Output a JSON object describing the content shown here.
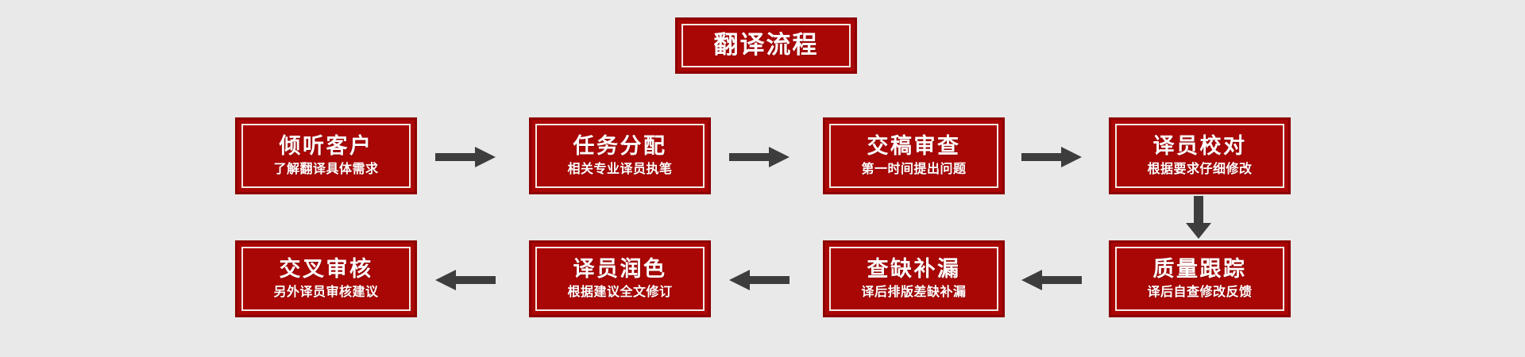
{
  "diagram": {
    "title": "翻译流程",
    "background_color": "#e9e9e9",
    "plaque_fill_color": "#a90606",
    "plaque_border_color": "#8e0000",
    "plaque_inner_rule_color": "#f3eae2",
    "text_color": "#ffffff",
    "arrow_color": "#3d3d3d",
    "steps": [
      {
        "index": 1,
        "head": "倾听客户",
        "sub": "了解翻译具体需求"
      },
      {
        "index": 2,
        "head": "任务分配",
        "sub": "相关专业译员执笔"
      },
      {
        "index": 3,
        "head": "交稿审查",
        "sub": "第一时间提出问题"
      },
      {
        "index": 4,
        "head": "译员校对",
        "sub": "根据要求仔细修改"
      },
      {
        "index": 5,
        "head": "质量跟踪",
        "sub": "译后自查修改反馈"
      },
      {
        "index": 6,
        "head": "查缺补漏",
        "sub": "译后排版差缺补漏"
      },
      {
        "index": 7,
        "head": "译员润色",
        "sub": "根据建议全文修订"
      },
      {
        "index": 8,
        "head": "交叉审核",
        "sub": "另外译员审核建议"
      }
    ],
    "connectors": [
      {
        "id": "arrow-h1",
        "direction": "right",
        "from": "倾听客户",
        "to": "任务分配"
      },
      {
        "id": "arrow-h2",
        "direction": "right",
        "from": "任务分配",
        "to": "交稿审查"
      },
      {
        "id": "arrow-h3",
        "direction": "right",
        "from": "交稿审查",
        "to": "译员校对"
      },
      {
        "id": "arrow-v1",
        "direction": "down",
        "from": "译员校对",
        "to": "质量跟踪"
      },
      {
        "id": "arrow-h4",
        "direction": "left",
        "from": "质量跟踪",
        "to": "查缺补漏"
      },
      {
        "id": "arrow-h5",
        "direction": "left",
        "from": "查缺补漏",
        "to": "译员润色"
      },
      {
        "id": "arrow-h6",
        "direction": "left",
        "from": "译员润色",
        "to": "交叉审核"
      }
    ]
  }
}
